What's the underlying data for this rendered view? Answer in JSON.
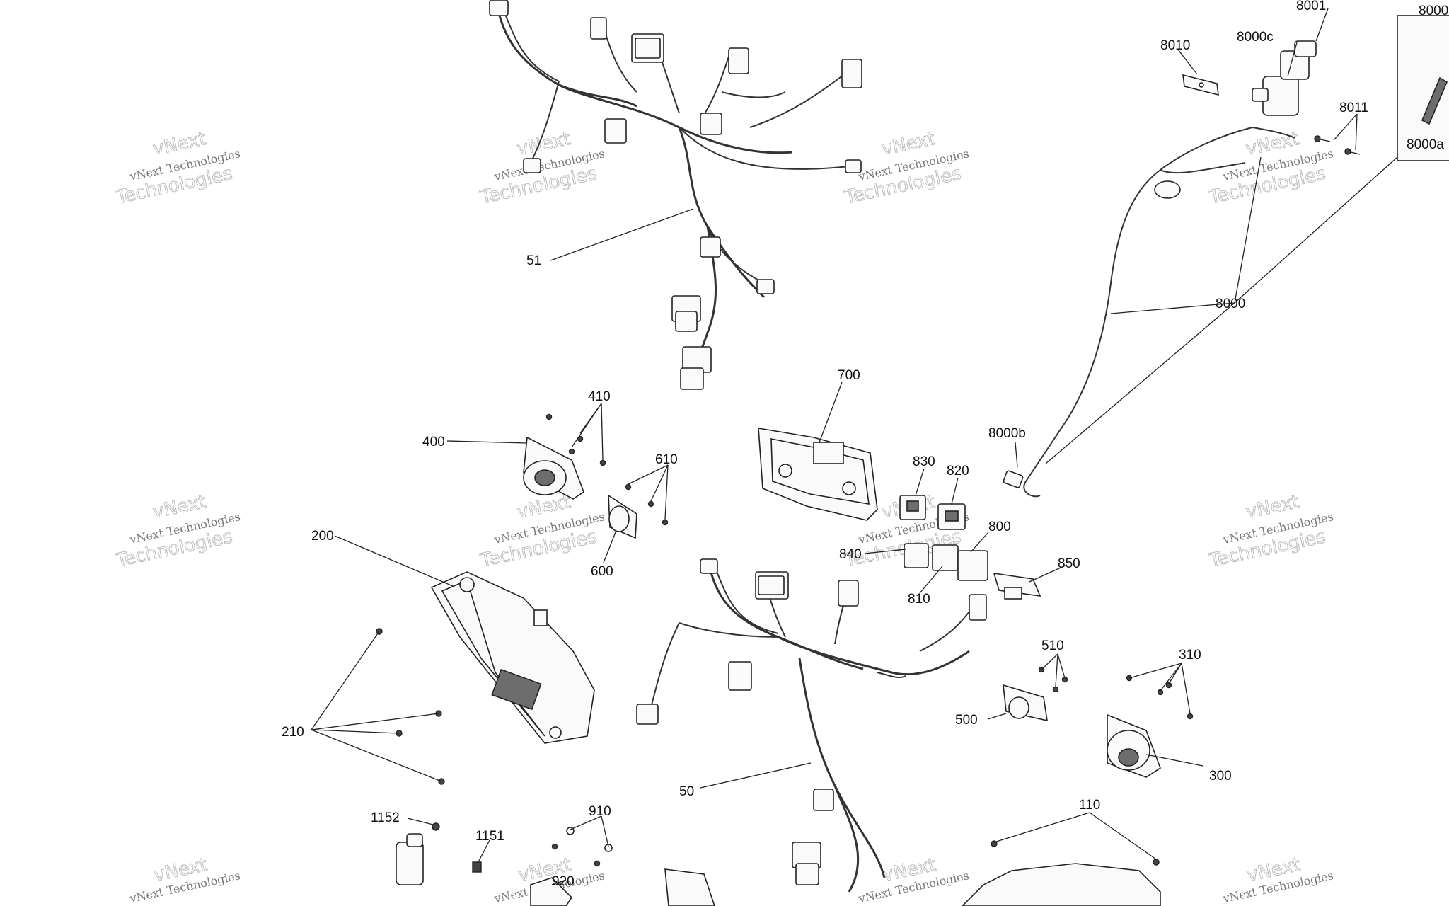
{
  "labels": {
    "l51": "51",
    "l8000": "8000",
    "l8000_top": "8000",
    "l8000a": "8000a",
    "l8000b": "8000b",
    "l8000c": "8000c",
    "l8001": "8001",
    "l8010": "8010",
    "l8011": "8011",
    "l700": "700",
    "l400": "400",
    "l410": "410",
    "l610": "610",
    "l600": "600",
    "l830": "830",
    "l820": "820",
    "l840": "840",
    "l800": "800",
    "l810": "810",
    "l850": "850",
    "l200": "200",
    "l210": "210",
    "l510": "510",
    "l500": "500",
    "l310": "310",
    "l300": "300",
    "l50": "50",
    "l110": "110",
    "l1152": "1152",
    "l1151": "1151",
    "l910": "910",
    "l920": "920"
  },
  "watermark": {
    "line1": "vNext Technologies",
    "line2": "Technologies",
    "line3": "vNext"
  },
  "colors": {
    "line": "#222222",
    "watermark": "#777777"
  }
}
